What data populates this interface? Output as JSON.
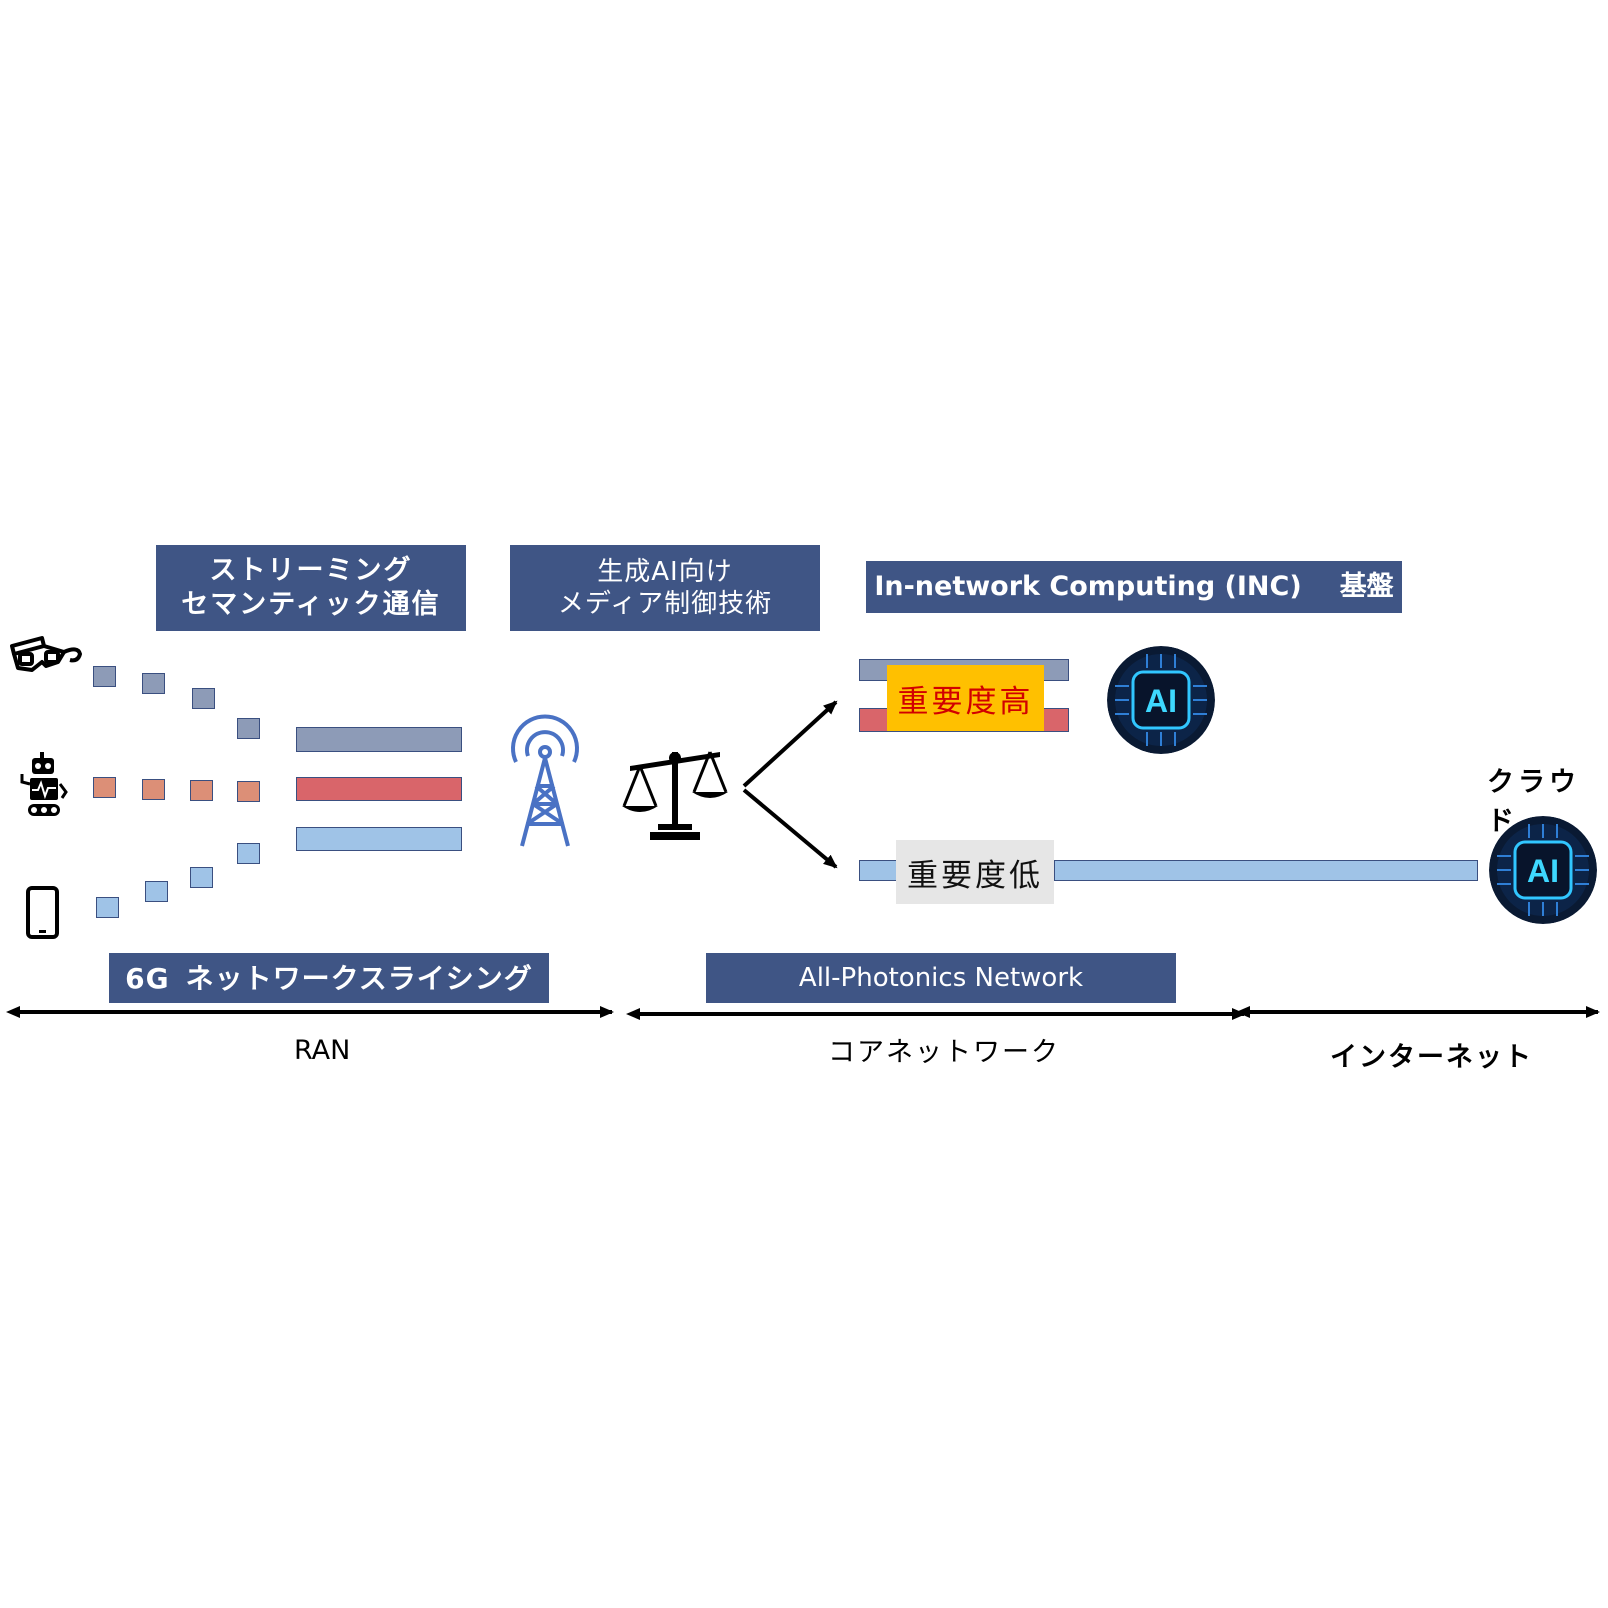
{
  "headers": {
    "streaming": [
      "ストリーミング",
      "セマンティック通信"
    ],
    "media": [
      "生成AI向け",
      "メディア制御技術"
    ],
    "inc": {
      "name": "In-network Computing (INC)",
      "suffix": "基盤"
    },
    "slicing": {
      "prefix": "6G",
      "name": "ネットワークスライシング"
    },
    "apn": "All-Photonics Network"
  },
  "priority": {
    "high": "重要度高",
    "low": "重要度低"
  },
  "nodes": {
    "cloud_label": "クラウド",
    "ai_badge": "AI"
  },
  "segments": {
    "ran": "RAN",
    "core": "コアネットワーク",
    "internet": "インターネット"
  },
  "devices": [
    "vr-glasses-icon",
    "robot-icon",
    "smartphone-icon"
  ],
  "colors": {
    "header_bg": "#3f5585",
    "flow_gray": "#8d9bb7",
    "flow_red": "#d9656a",
    "flow_blue": "#9fc3e7",
    "high_bg": "#ffc000",
    "high_text": "#d10000",
    "low_bg": "#e6e6e6"
  }
}
